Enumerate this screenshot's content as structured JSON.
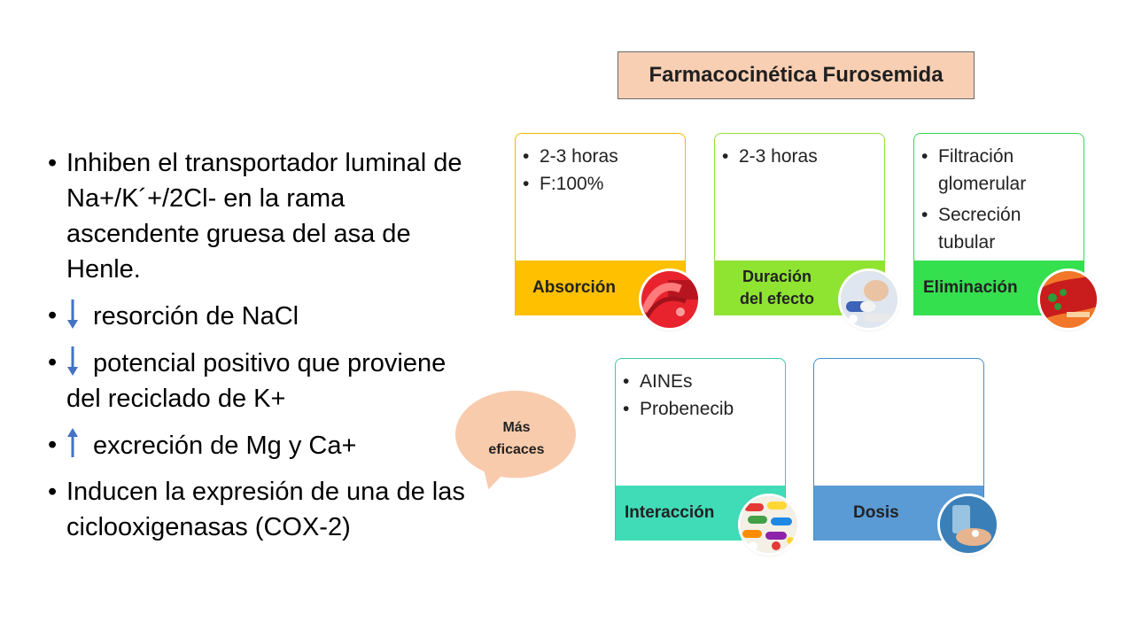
{
  "title": "Farmacocinética Furosemida",
  "bullets": {
    "b1": "Inhiben el transportador luminal de Na+/K´+/2Cl- en la rama ascendente  gruesa del asa de Henle.",
    "b2": "resorción de NaCl",
    "b3": "potencial positivo que proviene del reciclado de K+",
    "b4": "excreción de Mg y Ca+",
    "b5": "Inducen la expresión de una de las ciclooxigenasas (COX-2)"
  },
  "bubble": {
    "line1": "Más",
    "line2": "eficaces"
  },
  "cards": {
    "absorcion": {
      "items": [
        "2-3 horas",
        "F:100%"
      ],
      "label": "Absorción",
      "border": "#f7b500",
      "band": "#ffc000"
    },
    "duracion": {
      "items": [
        "2-3 horas"
      ],
      "label_l1": "Duración",
      "label_l2": "del efecto",
      "border": "#92e03a",
      "band": "#8fe431"
    },
    "eliminacion": {
      "items": [
        "Filtración glomerular",
        "Secreción tubular"
      ],
      "label": "Eliminación",
      "border": "#38d65a",
      "band": "#35e04f"
    },
    "interaccion": {
      "items": [
        "AINEs",
        "Probenecib"
      ],
      "label": "Interacción",
      "border": "#3cc9a8",
      "band": "#40dcb8"
    },
    "dosis": {
      "items": [],
      "label": "Dosis",
      "border": "#3f8fcc",
      "band": "#5b9bd5"
    }
  },
  "colors": {
    "arrow": "#4472c4",
    "bubble": "#f8cbad",
    "title_bg": "#f9cfb4"
  },
  "icons": {
    "absorcion_photo": "artery-photo",
    "duracion_photo": "pills-hand-photo",
    "eliminacion_photo": "blood-vessel-photo",
    "interaccion_photo": "capsules-photo",
    "dosis_photo": "glass-pill-photo"
  }
}
